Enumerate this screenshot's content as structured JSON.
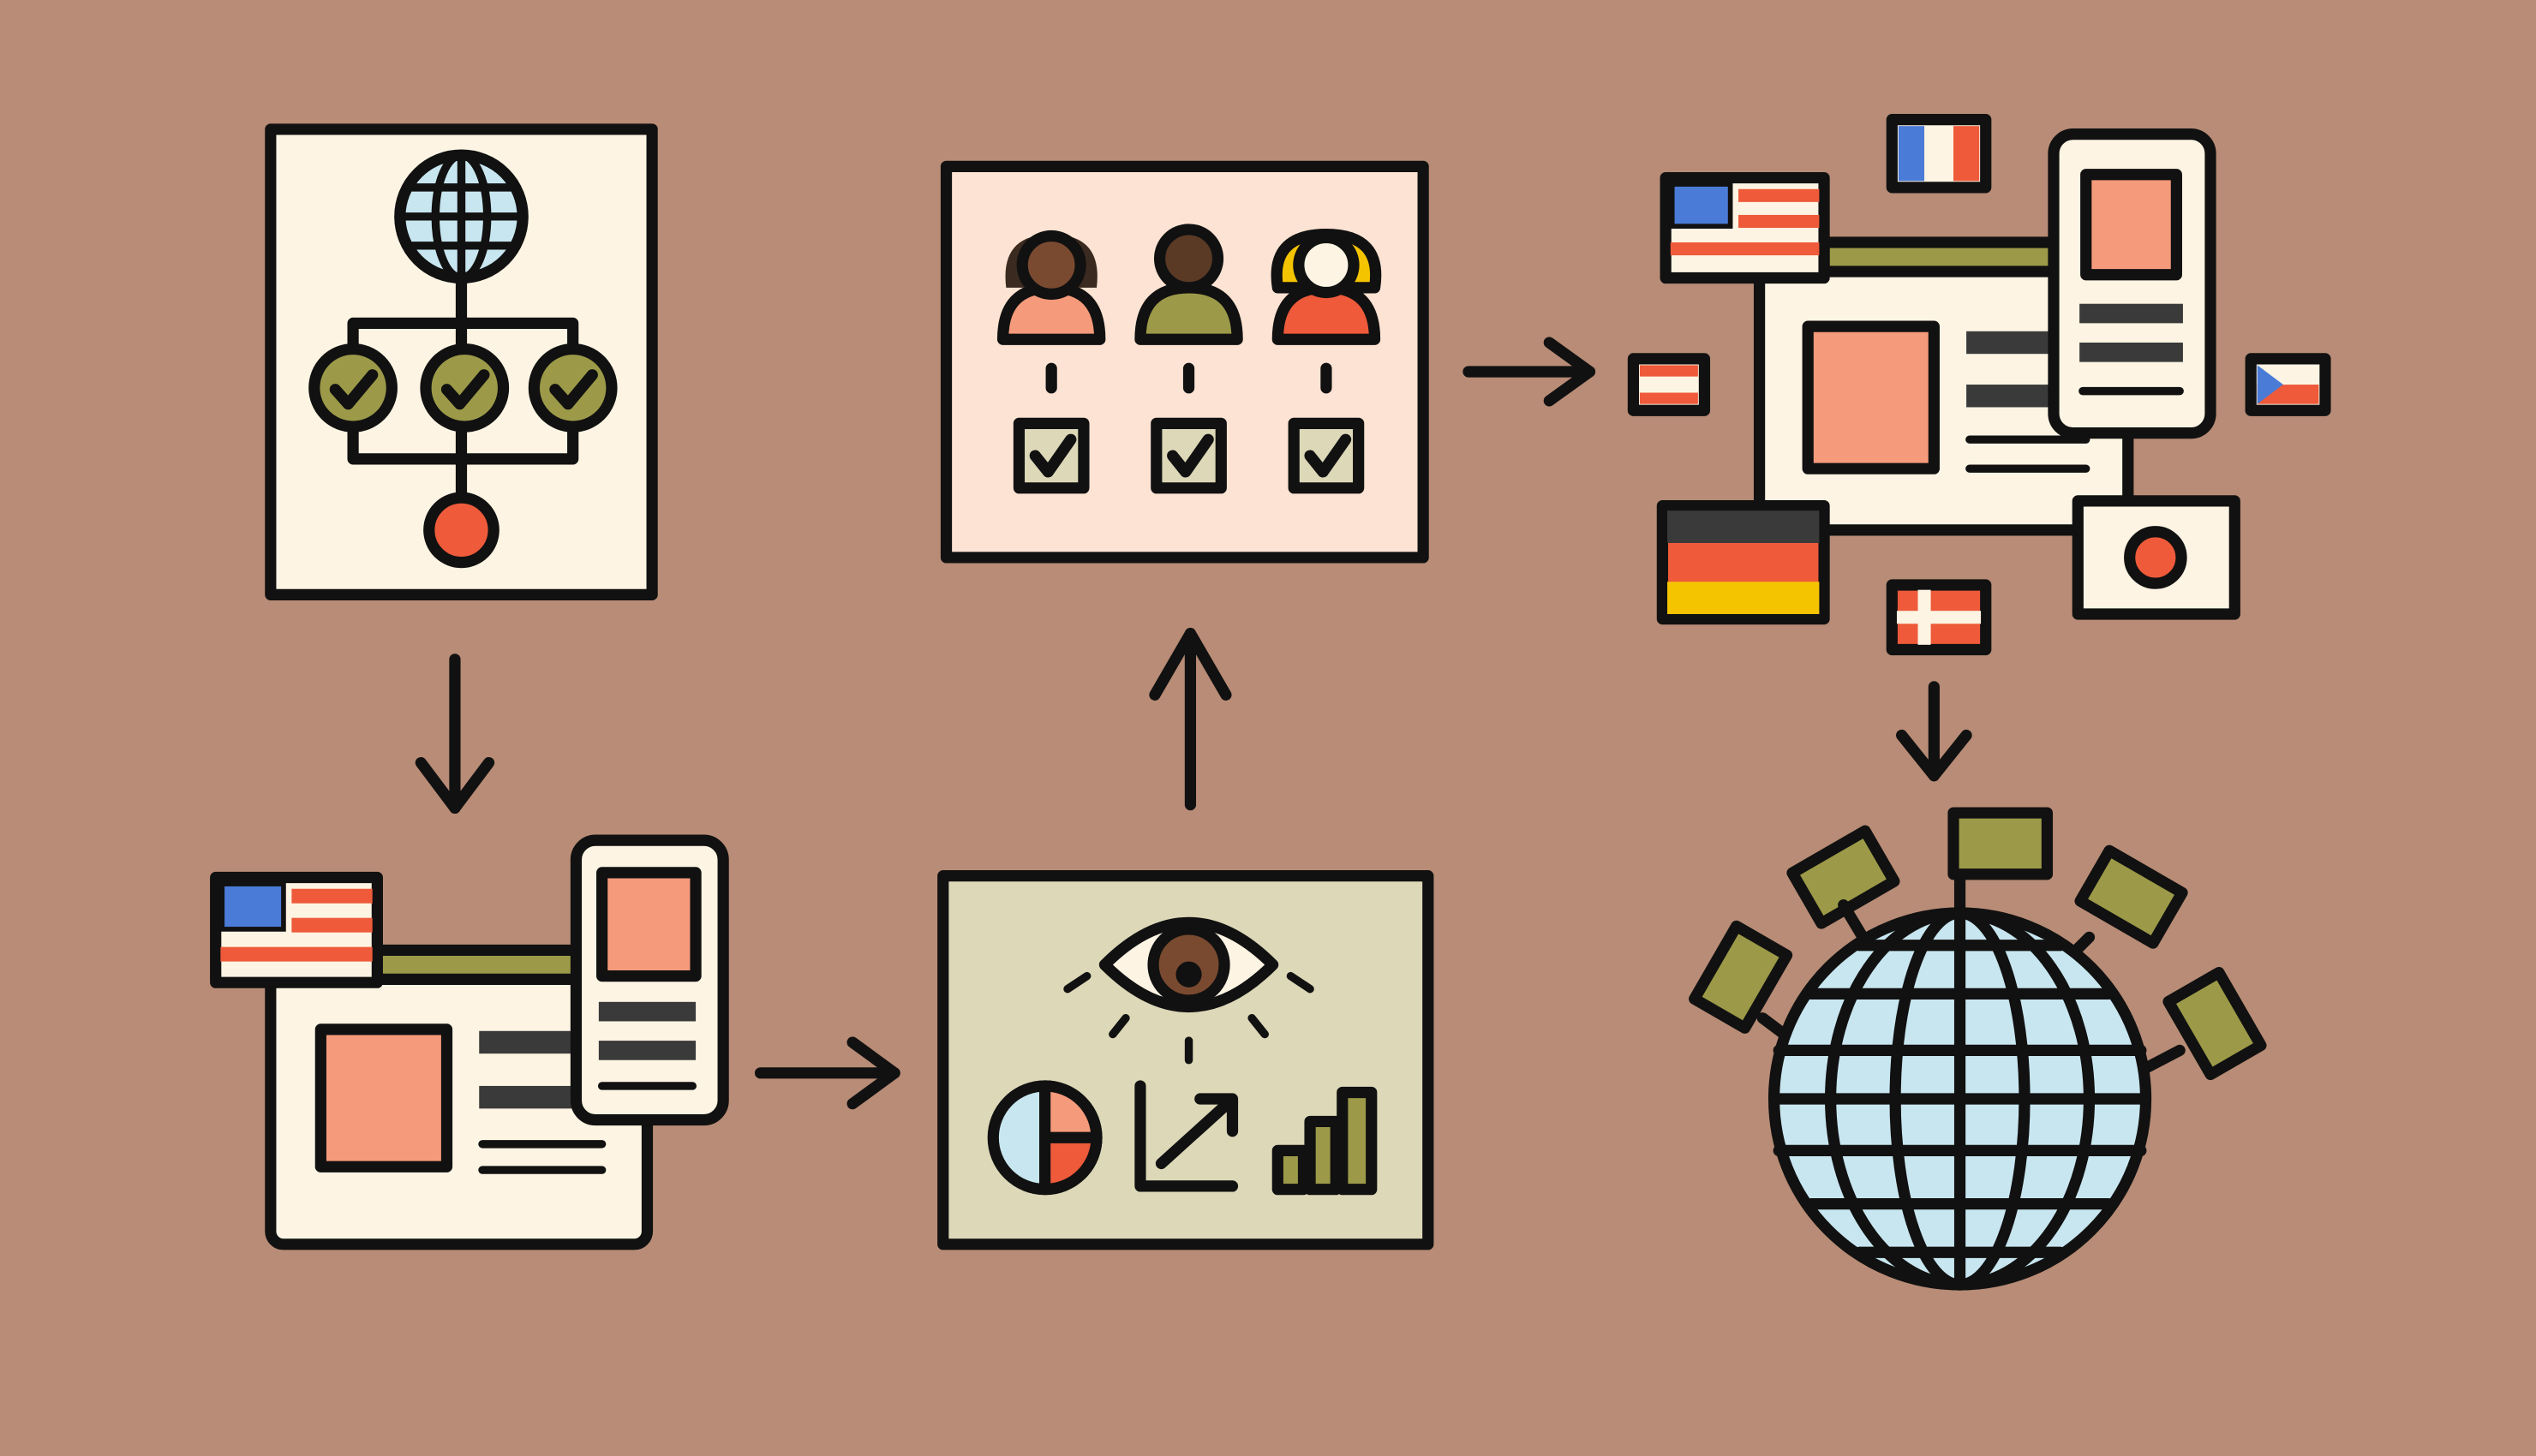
{
  "colors": {
    "background": "#b88c76",
    "cream": "#fdf4e3",
    "peach": "#fde3d3",
    "sage": "#dcd8b8",
    "salmon": "#f59a7a",
    "olive": "#9c9a48",
    "red": "#ee5a3a",
    "sky": "#c8e6f0",
    "blue": "#4a7bd6",
    "ink": "#111111",
    "dark_bar": "#3a3a3a",
    "yellow": "#f5c400"
  },
  "steps": [
    {
      "name": "workflow-plan",
      "icons": [
        "globe-icon",
        "check-circle-icon",
        "target-dot-icon"
      ]
    },
    {
      "name": "source-website",
      "icons": [
        "us-flag-icon",
        "browser-window-icon",
        "mobile-phone-icon"
      ]
    },
    {
      "name": "analytics-review",
      "icons": [
        "eye-icon",
        "pie-chart-icon",
        "trend-arrow-icon",
        "bar-chart-icon"
      ]
    },
    {
      "name": "reviewers-approval",
      "icons": [
        "person-icon",
        "checkbox-icon"
      ]
    },
    {
      "name": "localized-website",
      "icons": [
        "us-flag-icon",
        "france-flag-icon",
        "germany-flag-icon",
        "japan-flag-icon",
        "denmark-flag-icon",
        "austria-flag-icon",
        "czech-flag-icon"
      ]
    },
    {
      "name": "global-reach",
      "icons": [
        "globe-icon",
        "flag-icon"
      ]
    }
  ]
}
